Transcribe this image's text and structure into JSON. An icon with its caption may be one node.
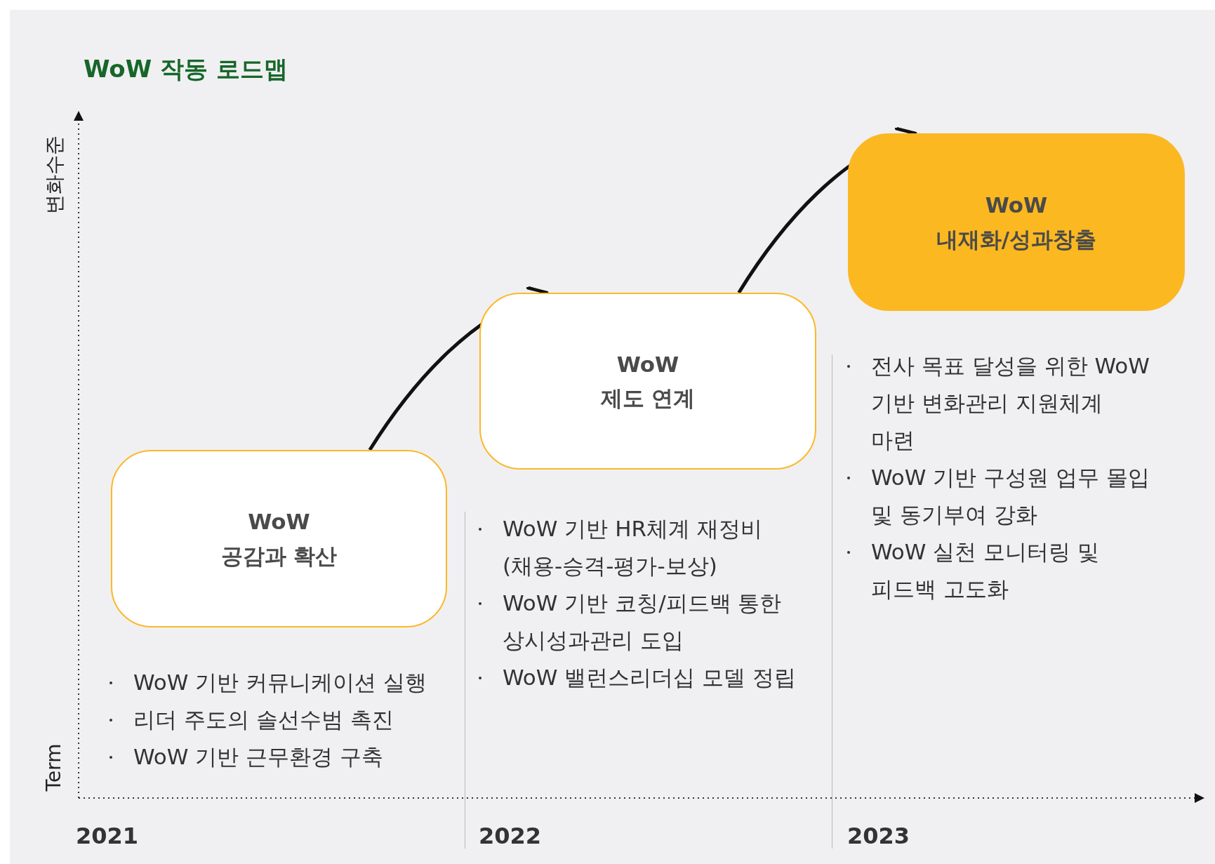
{
  "diagram": {
    "title": "WoW 작동 로드맵",
    "nodes": [
      {
        "text": [
          "WoW",
          "공감과 확산"
        ]
      },
      {
        "text": [
          "WoW",
          "제도 연계"
        ]
      },
      {
        "text": [
          "WoW",
          "내재화/성과창출"
        ]
      }
    ],
    "edges": [
      {
        "from": 0,
        "to": 1,
        "arrow": "to"
      },
      {
        "from": 1,
        "to": 2,
        "arrow": "to"
      }
    ],
    "labels": [
      "변화수준",
      "Term",
      "2021",
      "2022",
      "2023",
      "WoW 기반 커뮤니케이션 실행",
      "리더 주도의 솔선수범 촉진",
      "WoW 기반 근무환경 구축",
      "WoW 기반 HR체계 재정비 (채용-승격-평가-보상)",
      "WoW 기반 코칭/피드백 통한 상시성과관리 도입",
      "WoW 밸런스리더십 모델 정립",
      "전사 목표 달성을 위한 WoW 기반 변화관리 지원체계 마련",
      "WoW 기반 구성원 업무 몰입 및 동기부여 강화",
      "WoW 실천 모니터링 및 피드백 고도화"
    ]
  }
}
